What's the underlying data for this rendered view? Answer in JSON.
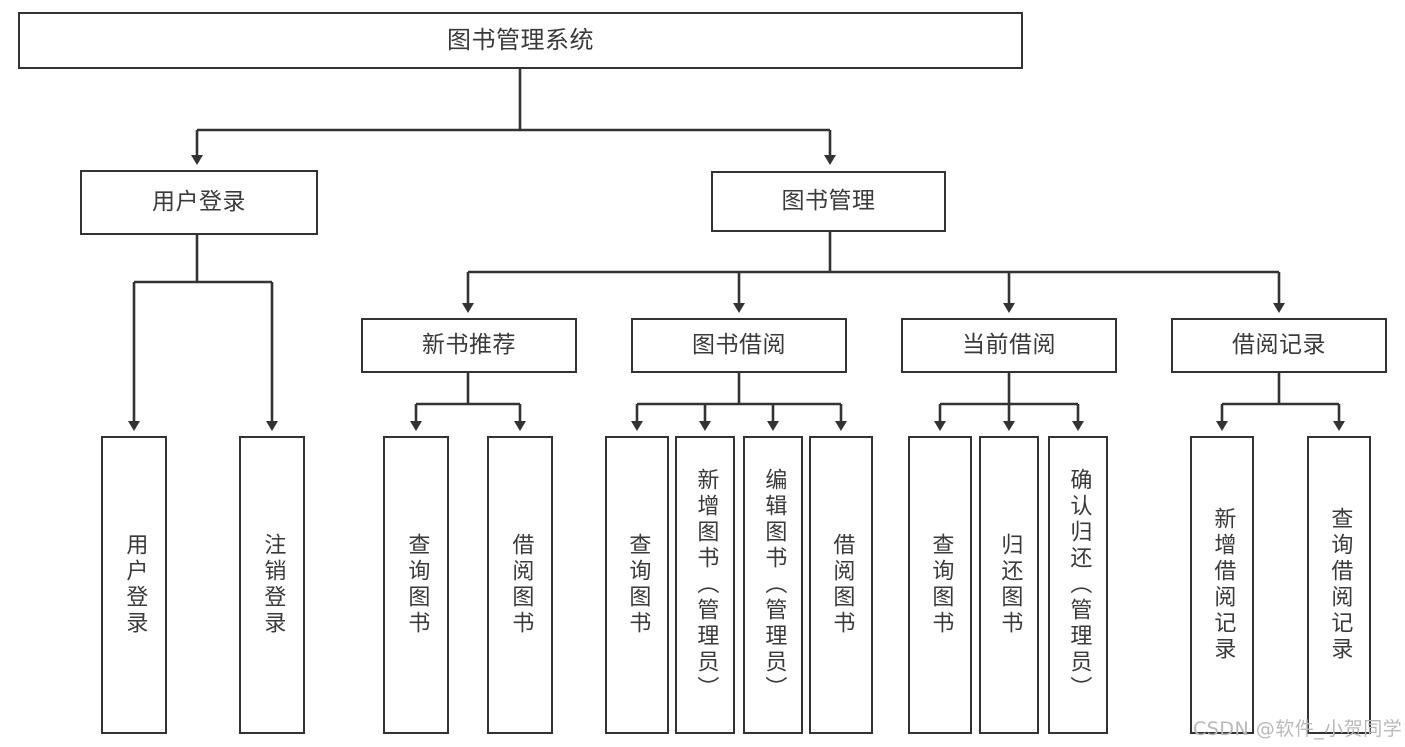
{
  "diagram": {
    "title": "图书管理系统",
    "type": "hierarchy-tree",
    "colors": {
      "stroke": "#333333",
      "fill": "#ffffff",
      "text": "#3a3a3a",
      "watermark": "#b9b9b9"
    },
    "nodes": {
      "root": {
        "label": "图书管理系统",
        "level": 1,
        "orientation": "horizontal"
      },
      "user_login": {
        "label": "用户登录",
        "level": 2,
        "orientation": "horizontal"
      },
      "book_manage": {
        "label": "图书管理",
        "level": 2,
        "orientation": "horizontal"
      },
      "new_book_rec": {
        "label": "新书推荐",
        "level": 3,
        "orientation": "horizontal"
      },
      "book_borrow": {
        "label": "图书借阅",
        "level": 3,
        "orientation": "horizontal"
      },
      "current_borrow": {
        "label": "当前借阅",
        "level": 3,
        "orientation": "horizontal"
      },
      "borrow_record": {
        "label": "借阅记录",
        "level": 3,
        "orientation": "horizontal"
      },
      "leaf_user_login": {
        "label": "用户登录",
        "level": 3,
        "orientation": "vertical"
      },
      "leaf_user_logout": {
        "label": "注销登录",
        "level": 3,
        "orientation": "vertical"
      },
      "leaf_query_book_1": {
        "label": "查询图书",
        "level": 4,
        "orientation": "vertical"
      },
      "leaf_borrow_book_1": {
        "label": "借阅图书",
        "level": 4,
        "orientation": "vertical"
      },
      "leaf_query_book_2": {
        "label": "查询图书",
        "level": 4,
        "orientation": "vertical"
      },
      "leaf_add_book": {
        "label": "新增图书（管理员）",
        "level": 4,
        "orientation": "vertical"
      },
      "leaf_edit_book": {
        "label": "编辑图书（管理员）",
        "level": 4,
        "orientation": "vertical"
      },
      "leaf_borrow_book_2": {
        "label": "借阅图书",
        "level": 4,
        "orientation": "vertical"
      },
      "leaf_query_book_3": {
        "label": "查询图书",
        "level": 4,
        "orientation": "vertical"
      },
      "leaf_return_book": {
        "label": "归还图书",
        "level": 4,
        "orientation": "vertical"
      },
      "leaf_confirm_return": {
        "label": "确认归还（管理员）",
        "level": 4,
        "orientation": "vertical"
      },
      "leaf_add_record": {
        "label": "新增借阅记录",
        "level": 4,
        "orientation": "vertical"
      },
      "leaf_query_record": {
        "label": "查询借阅记录",
        "level": 4,
        "orientation": "vertical"
      }
    },
    "edges": [
      {
        "from": "root",
        "to": "user_login"
      },
      {
        "from": "root",
        "to": "book_manage"
      },
      {
        "from": "user_login",
        "to": "leaf_user_login"
      },
      {
        "from": "user_login",
        "to": "leaf_user_logout"
      },
      {
        "from": "book_manage",
        "to": "new_book_rec"
      },
      {
        "from": "book_manage",
        "to": "book_borrow"
      },
      {
        "from": "book_manage",
        "to": "current_borrow"
      },
      {
        "from": "book_manage",
        "to": "borrow_record"
      },
      {
        "from": "new_book_rec",
        "to": "leaf_query_book_1"
      },
      {
        "from": "new_book_rec",
        "to": "leaf_borrow_book_1"
      },
      {
        "from": "book_borrow",
        "to": "leaf_query_book_2"
      },
      {
        "from": "book_borrow",
        "to": "leaf_add_book"
      },
      {
        "from": "book_borrow",
        "to": "leaf_edit_book"
      },
      {
        "from": "book_borrow",
        "to": "leaf_borrow_book_2"
      },
      {
        "from": "current_borrow",
        "to": "leaf_query_book_3"
      },
      {
        "from": "current_borrow",
        "to": "leaf_return_book"
      },
      {
        "from": "current_borrow",
        "to": "leaf_confirm_return"
      },
      {
        "from": "borrow_record",
        "to": "leaf_add_record"
      },
      {
        "from": "borrow_record",
        "to": "leaf_query_record"
      }
    ]
  },
  "watermark": {
    "text": "CSDN @软件_小贺同学"
  }
}
